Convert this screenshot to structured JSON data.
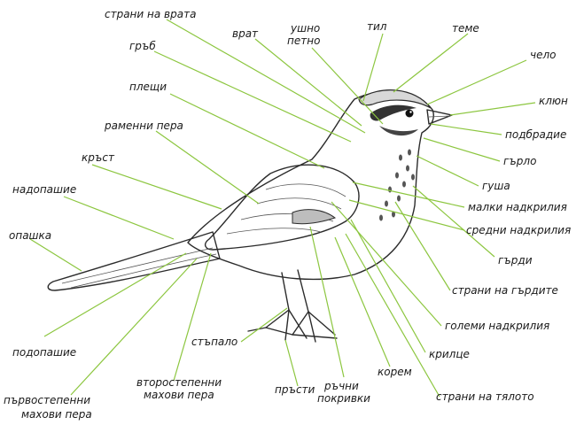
{
  "colors": {
    "leader": "#8cc63f",
    "text": "#1a1a1a",
    "ink": "#2b2b2b"
  },
  "labels": {
    "strani_na_vrata": "страни на врата",
    "vrat": "врат",
    "ushno_petno_1": "ушно",
    "ushno_petno_2": "петно",
    "til": "тил",
    "teme": "теме",
    "chelo": "чело",
    "klyun": "клюн",
    "podbradie": "подбрадие",
    "garlo": "гърло",
    "gusha": "гуша",
    "malki_nadkrilia": "малки надкрилия",
    "sredni_nadkrilia": "средни надкрилия",
    "gardi": "гърди",
    "strani_na_gardite": "страни на гърдите",
    "golemi_nadkrilia": "големи надкрилия",
    "krilce": "крилце",
    "strani_na_tyaloto": "страни на тялото",
    "korem": "корем",
    "rachni_1": "ръчни",
    "rachni_2": "покривки",
    "prasti": "пръсти",
    "vtorostepenni_1": "второстепенни",
    "vtorostepenni_2": "махови пера",
    "parvostepenni_1": "първостепенни",
    "parvostepenni_2": "махови пера",
    "podopashie": "подопашие",
    "stapalo": "стъпало",
    "opashka": "опашка",
    "nadopashie": "надопашие",
    "krast": "кръст",
    "ramenni": "раменни пера",
    "pleshti": "плещи",
    "grab": "гръб"
  }
}
